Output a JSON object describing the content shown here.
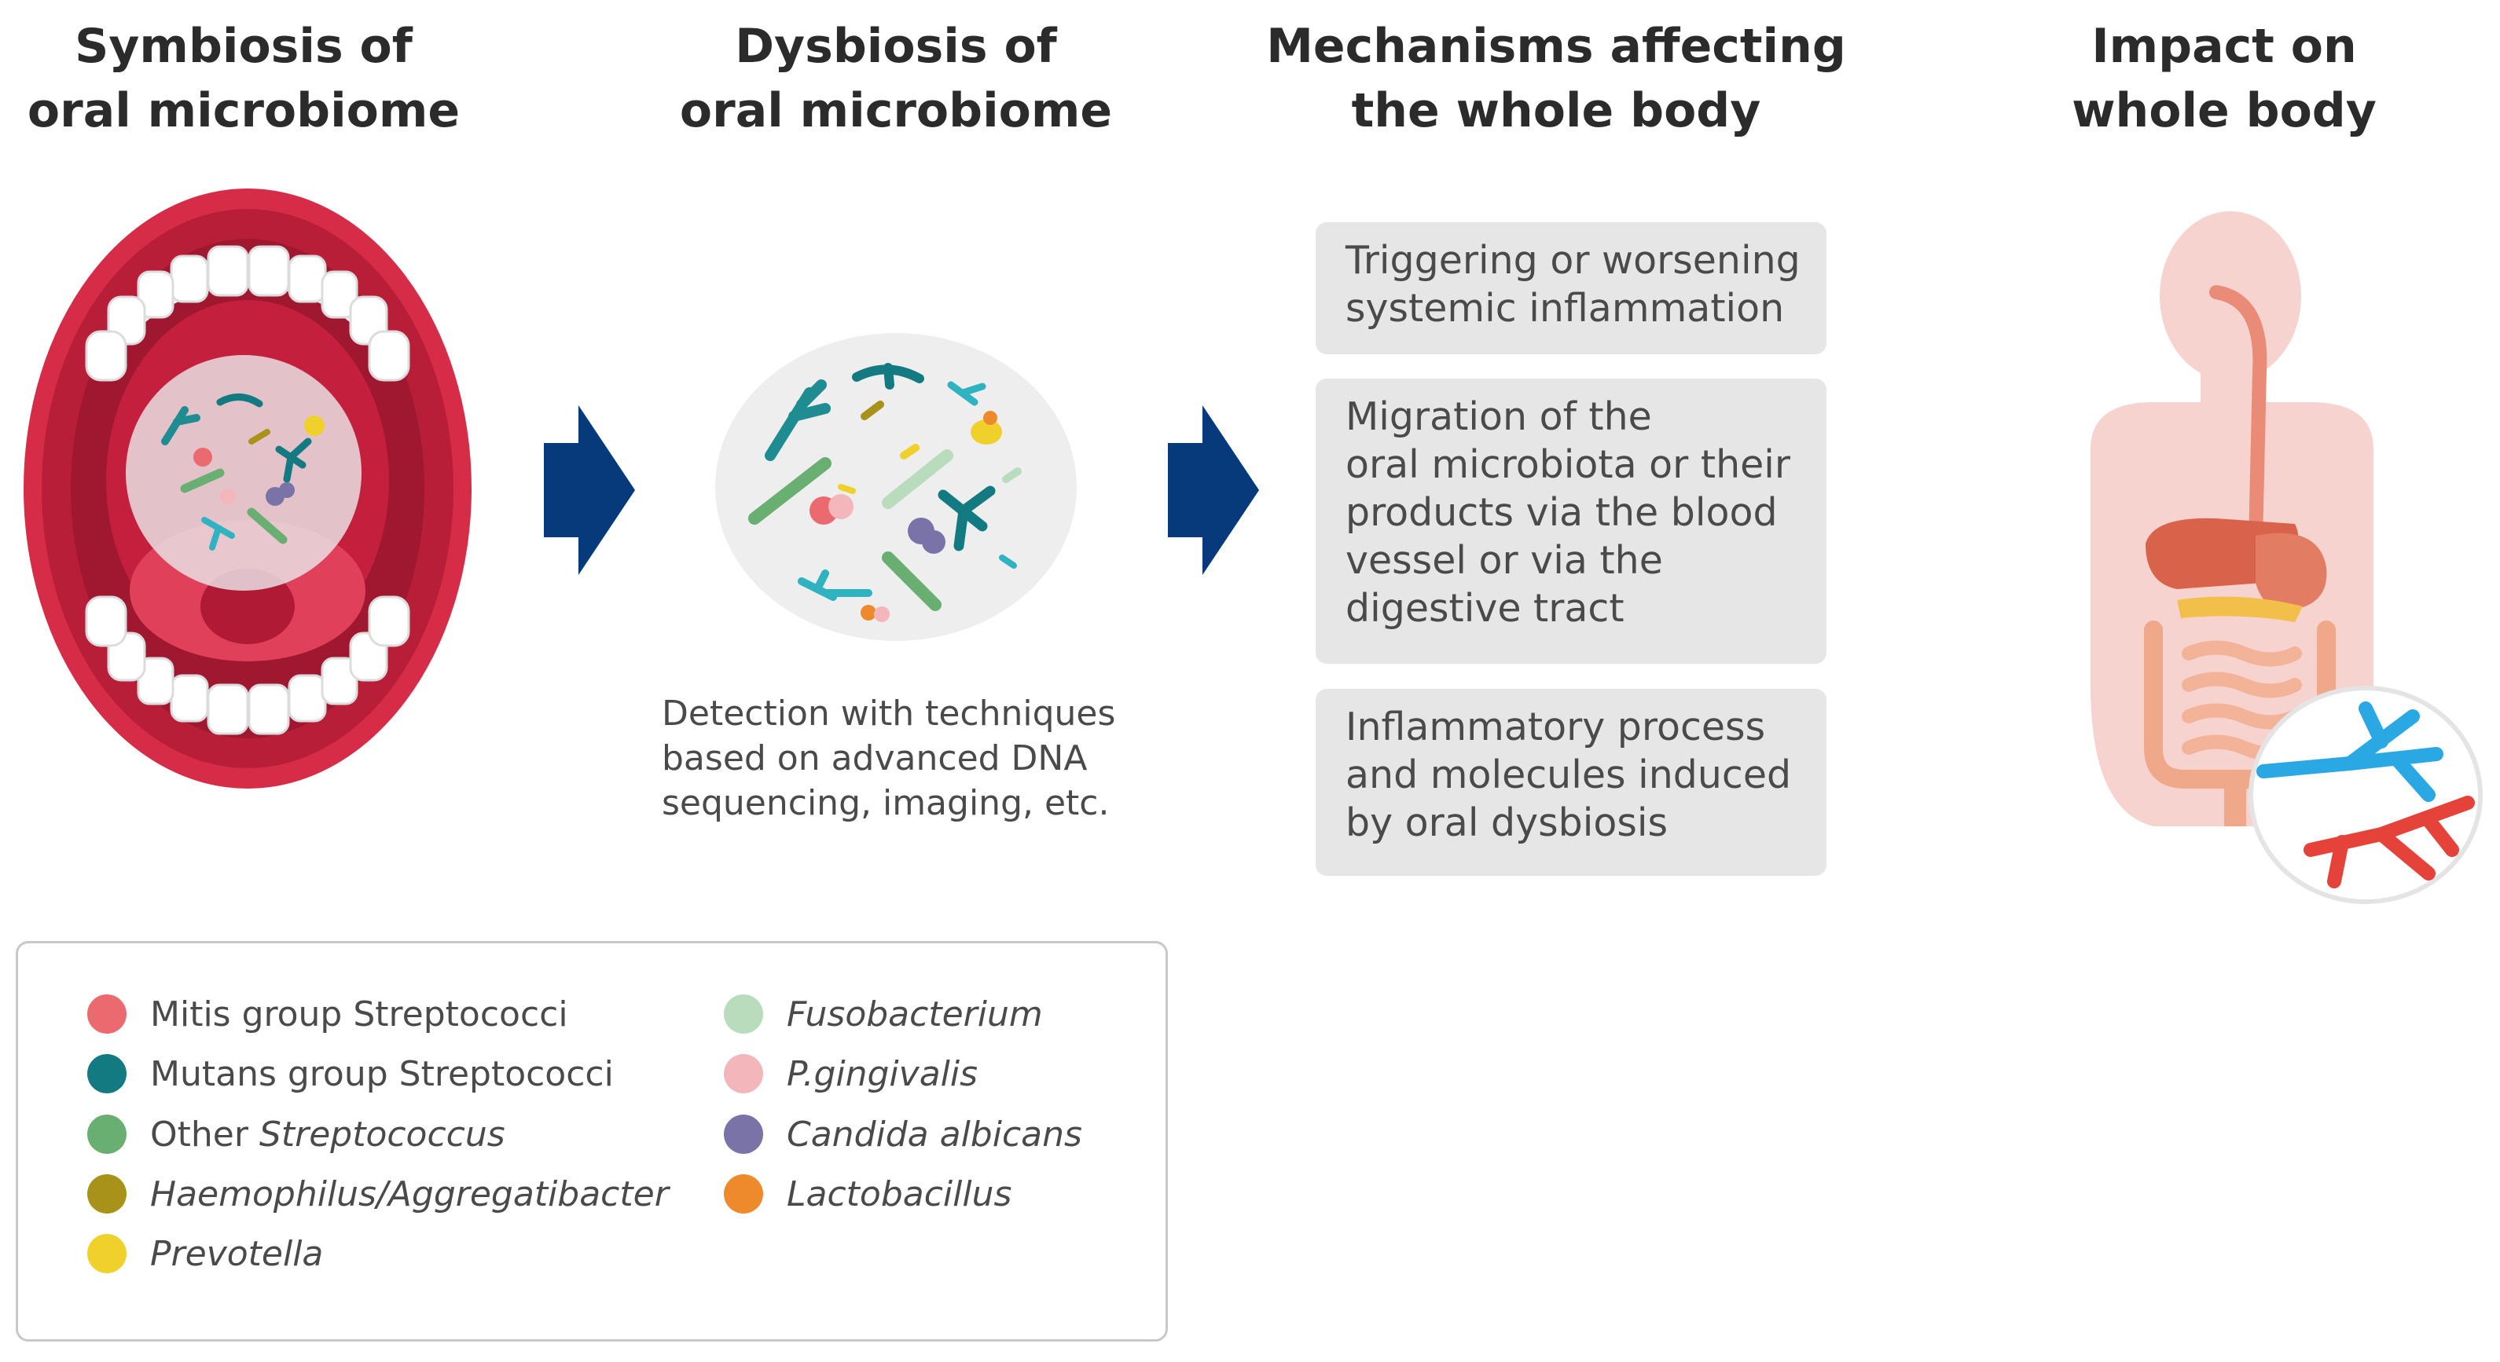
{
  "headings": [
    {
      "line1": "Symbiosis of",
      "line2": "oral microbiome"
    },
    {
      "line1": "Dysbiosis of",
      "line2": "oral microbiome"
    },
    {
      "line1": "Mechanisms affecting",
      "line2": "the whole body"
    },
    {
      "line1": "Impact on",
      "line2": "whole body"
    }
  ],
  "detection_caption": {
    "line1": "Detection with techniques",
    "line2": "based on advanced DNA",
    "line3": "sequencing, imaging, etc."
  },
  "mechanisms": [
    {
      "lines": [
        "Triggering or worsening",
        "systemic inflammation"
      ]
    },
    {
      "lines": [
        "Migration of the",
        "oral microbiota or their",
        "products via the blood",
        "vessel or via the",
        "digestive tract"
      ]
    },
    {
      "lines": [
        "Inflammatory process",
        "and molecules induced",
        "by oral dysbiosis"
      ]
    }
  ],
  "legend": [
    {
      "prefix": "Mitis group Streptococci",
      "italic": "",
      "color": "#ea6a70"
    },
    {
      "prefix": "Mutans group Streptococci",
      "italic": "",
      "color": "#127a80"
    },
    {
      "prefix": "Other ",
      "italic": "Streptococcus",
      "color": "#6aaf72"
    },
    {
      "prefix": "",
      "italic": "Haemophilus/Aggregatibacter",
      "color": "#a8921a"
    },
    {
      "prefix": "",
      "italic": "Prevotella",
      "color": "#f0d02a"
    },
    {
      "prefix": "",
      "italic": "Fusobacterium",
      "color": "#b8dcbc"
    },
    {
      "prefix": "",
      "italic": "P.gingivalis",
      "color": "#f3b6bb"
    },
    {
      "prefix": "",
      "italic": "Candida albicans",
      "color": "#7a73a8"
    },
    {
      "prefix": "",
      "italic": "Lactobacillus",
      "color": "#ef8a2c"
    }
  ],
  "colors": {
    "arrow": "#063a7a",
    "mechanism_box": "#e6e6e6",
    "mouth_lips": "#d72c47",
    "body_silhouette": "#f7d3cf",
    "vessel_blue": "#29a8e3",
    "vessel_red": "#e5433a"
  },
  "icons": [
    "open-mouth-illustration",
    "bacteria-cluster-illustration",
    "human-body-organs-illustration",
    "blood-vessel-inset"
  ]
}
